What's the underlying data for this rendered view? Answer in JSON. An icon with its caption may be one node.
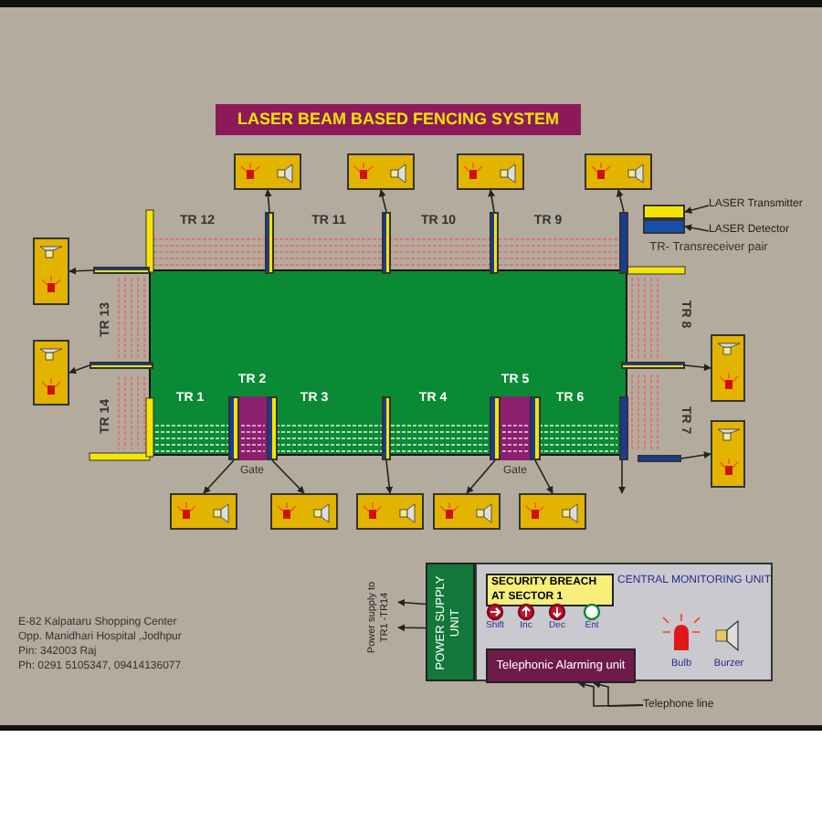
{
  "diagram": {
    "title": "LASER BEAM BASED FENCING SYSTEM",
    "nodes": [
      {
        "text": [],
        "shape": "bar"
      },
      {
        "text": [],
        "shape": "bar"
      },
      {
        "text": [],
        "shape": "bar"
      },
      {
        "text": [],
        "shape": "bar"
      },
      {
        "text": [],
        "shape": "box"
      },
      {
        "text": [],
        "shape": "box"
      },
      {
        "text": [],
        "shape": "box"
      },
      {
        "text": [],
        "shape": "box"
      },
      {
        "text": [],
        "shape": "bar"
      },
      {
        "text": [],
        "shape": "bar"
      },
      {
        "text": [],
        "shape": "box"
      },
      {
        "text": [],
        "shape": "box"
      },
      {
        "text": [],
        "shape": "bar"
      },
      {
        "text": [],
        "shape": "bar"
      },
      {
        "text": [],
        "shape": "box"
      },
      {
        "text": [],
        "shape": "box"
      },
      {
        "text": [],
        "shape": "bar"
      },
      {
        "text": [],
        "shape": "bar"
      },
      {
        "text": [],
        "shape": "bar"
      },
      {
        "text": [],
        "shape": "bar"
      },
      {
        "text": [],
        "shape": "bar"
      },
      {
        "text": [],
        "shape": "box"
      },
      {
        "text": [],
        "shape": "box"
      },
      {
        "text": [],
        "shape": "box"
      },
      {
        "text": [],
        "shape": "box"
      },
      {
        "text": [],
        "shape": "box"
      },
      {
        "text": [],
        "shape": "bar"
      },
      {
        "text": [
          "LASER Transmitter"
        ]
      },
      {
        "text": [
          "LASER Detector"
        ]
      },
      {
        "text": [],
        "shape": "bar"
      },
      {
        "text": [],
        "shape": "bar"
      },
      {
        "text": [
          "POWER SUPPLY UNIT"
        ]
      },
      {
        "text": [
          "Power supply to TR1 -TR14"
        ]
      },
      {
        "text": [
          "CENTRAL MONITORING UNIT"
        ]
      },
      {
        "text": [
          "SECURITY BREACH AT SECTOR 1"
        ],
        "in": 33
      },
      {
        "text": [
          "Telephonic Alarming unit"
        ],
        "in": 33
      },
      {
        "text": [
          "Telephone line"
        ]
      }
    ],
    "edges": [
      {
        "from": 0,
        "to": 4,
        "arrow": "to"
      },
      {
        "from": 1,
        "to": 5,
        "arrow": "to"
      },
      {
        "from": 2,
        "to": 6,
        "arrow": "to"
      },
      {
        "from": 3,
        "to": 7,
        "arrow": "to"
      },
      {
        "from": 8,
        "to": 10,
        "arrow": "to"
      },
      {
        "from": 9,
        "to": 11,
        "arrow": "to"
      },
      {
        "from": 12,
        "to": 14,
        "arrow": "to"
      },
      {
        "from": 13,
        "to": 15,
        "arrow": "to"
      },
      {
        "from": 16,
        "to": 21,
        "arrow": "to"
      },
      {
        "from": 17,
        "to": 22,
        "arrow": "to"
      },
      {
        "from": 18,
        "to": 23,
        "arrow": "to"
      },
      {
        "from": 19,
        "to": 24,
        "arrow": "to"
      },
      {
        "from": 20,
        "to": 25,
        "arrow": "to"
      },
      {
        "from": 26,
        "to": null,
        "arrow": "to"
      },
      {
        "from": 27,
        "to": 29,
        "arrow": "to"
      },
      {
        "from": 28,
        "to": 30,
        "arrow": "to"
      },
      {
        "from": 31,
        "to": 32,
        "arrow": "to"
      },
      {
        "from": 31,
        "to": 32,
        "arrow": "to"
      },
      {
        "from": 36,
        "to": 35,
        "arrow": "to"
      },
      {
        "from": 36,
        "to": 35,
        "arrow": "to"
      }
    ],
    "labels": [
      "TR 12",
      "TR 11",
      "TR 10",
      "TR 9",
      "TR- Transreceiver pair",
      "TR 13",
      "TR 8",
      "TR 2",
      "TR 5",
      "TR 14",
      "TR 1",
      "TR 3",
      "TR 4",
      "TR 6",
      "TR 7",
      "Gate",
      "Gate",
      "E-82 Kalpataru Shopping Center",
      "Opp. Manidhari Hospital ,Jodhpur",
      "Pin: 342003 Raj",
      "Ph: 0291 5105347, 09414136077",
      "Shift",
      "Inc",
      "Dec",
      "Ent",
      "Bulb",
      "Burzer"
    ]
  }
}
